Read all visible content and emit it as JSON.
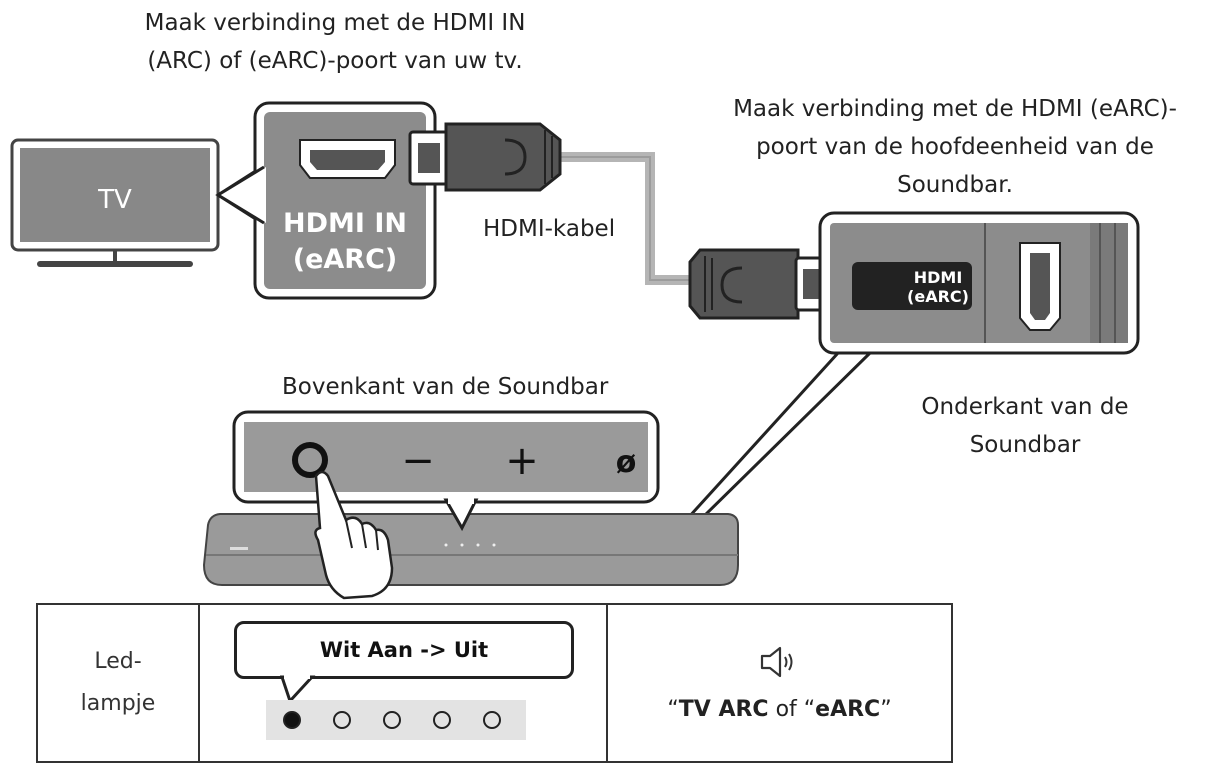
{
  "captions": {
    "tv_instruction_line1": "Maak verbinding met de HDMI IN",
    "tv_instruction_line2": "(ARC) of (eARC)-poort van uw tv.",
    "soundbar_instruction_line1": "Maak verbinding met de HDMI (eARC)-",
    "soundbar_instruction_line2": "poort van de hoofdeenheid van de",
    "soundbar_instruction_line3": "Soundbar.",
    "cable": "HDMI-kabel",
    "top_of_soundbar": "Bovenkant van de Soundbar",
    "bottom_of_soundbar_line1": "Onderkant van de",
    "bottom_of_soundbar_line2": "Soundbar"
  },
  "tv": {
    "label": "TV",
    "port_label_line1": "HDMI IN",
    "port_label_line2": "(eARC)"
  },
  "soundbar_port": {
    "label_line1": "HDMI",
    "label_line2": "(eARC)"
  },
  "soundbar_buttons": {
    "power_icon": "power-button-icon",
    "minus_symbol": "−",
    "plus_symbol": "+",
    "source_symbol": "ø"
  },
  "led_table": {
    "label_line1": "Led-",
    "label_line2": "lampje",
    "bubble_text": "Wit Aan -> Uit",
    "leds": [
      true,
      false,
      false,
      false,
      false
    ],
    "speaker_icon": "speaker-sound-icon",
    "voice_open_quote": "“",
    "voice_part1": "TV ARC",
    "voice_mid": " of “",
    "voice_part2": "eARC",
    "voice_close_quote": "”"
  },
  "colors": {
    "port_panel": "#8c8c8c",
    "soundbar_body": "#9a9a9a",
    "cable": "#b5b5b5",
    "connector": "#505050"
  }
}
